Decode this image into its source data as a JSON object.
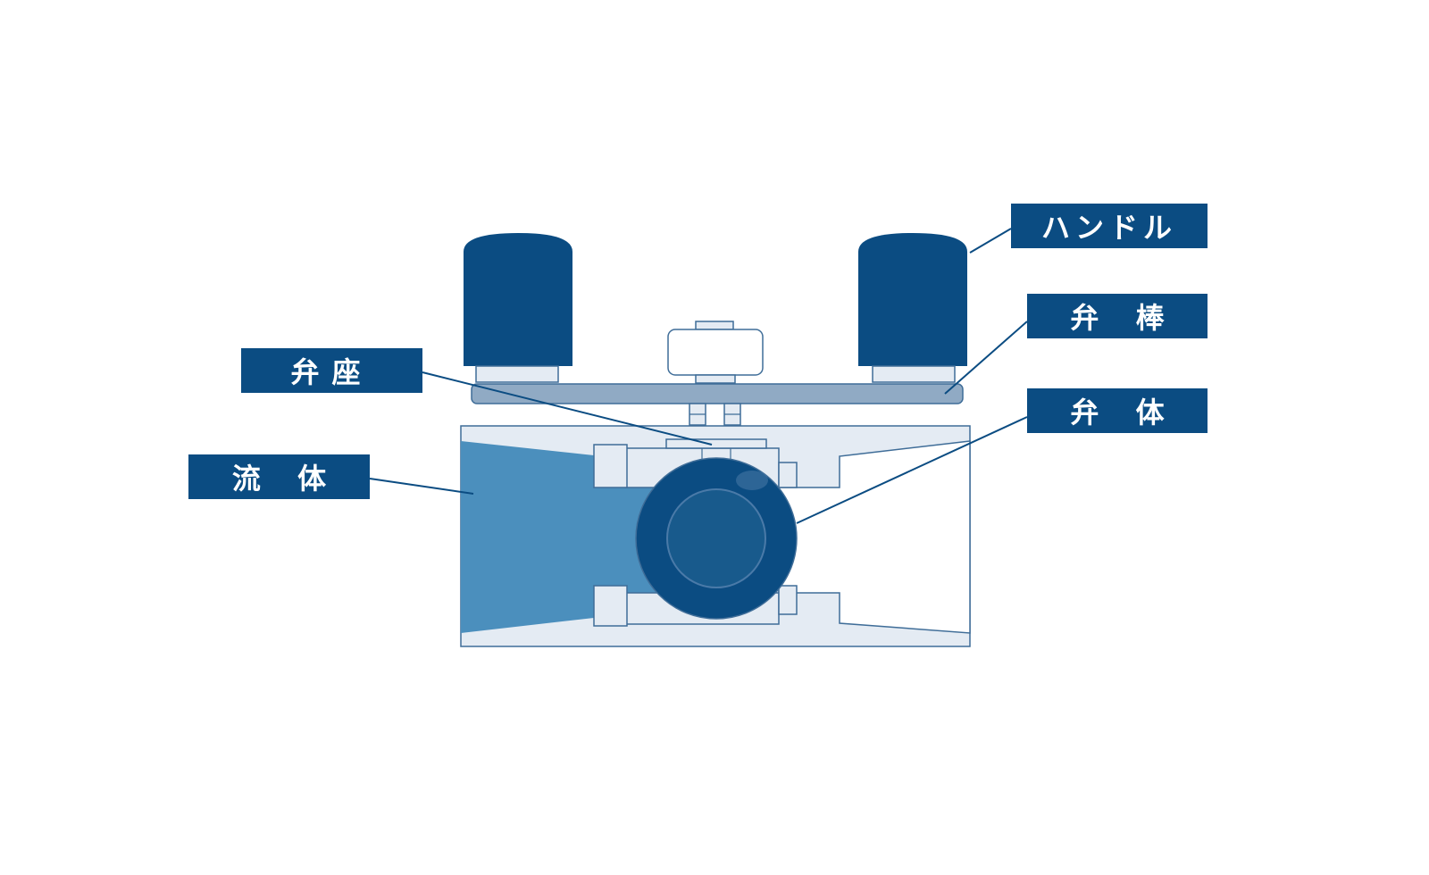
{
  "labels": {
    "handle": "ハンドル",
    "stem": "弁 棒",
    "seat": "弁座",
    "disc": "弁 体",
    "fluid": "流 体"
  },
  "colors": {
    "label_bg": "#0b4c82",
    "label_text": "#ffffff",
    "handle": "#0b4c82",
    "body_fill": "#e4ebf3",
    "outline": "#3f6d98",
    "fluid": "#4b8fbd",
    "stem_bar": "#90aac4",
    "disc_outer": "#0b4c82",
    "disc_inner": "#185a8c"
  }
}
